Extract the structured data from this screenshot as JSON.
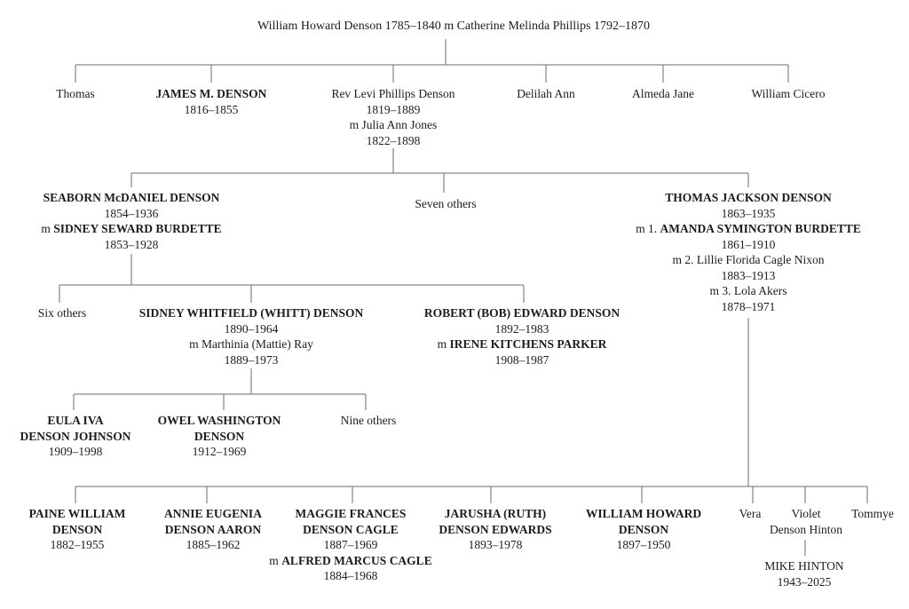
{
  "colors": {
    "background": "#ffffff",
    "text": "#1c1c1c",
    "line": "#6e6e6e"
  },
  "tree": {
    "generation1": {
      "root_couple": "William Howard Denson 1785–1840 m Catherine Melinda Phillips 1792–1870"
    },
    "generation2": {
      "thomas": {
        "name": "Thomas"
      },
      "james": {
        "name": "JAMES M. DENSON",
        "dates": "1816–1855"
      },
      "levi": {
        "name": "Rev Levi Phillips Denson",
        "dates": "1819–1889",
        "marriage": "m Julia Ann Jones",
        "spouse_dates": "1822–1898"
      },
      "delilah": {
        "name": "Delilah Ann"
      },
      "almeda": {
        "name": "Almeda Jane"
      },
      "william_cicero": {
        "name": "William Cicero"
      }
    },
    "generation3": {
      "seaborn": {
        "name": "SEABORN McDANIEL DENSON",
        "dates": "1854–1936",
        "marriage_prefix": "m ",
        "spouse": "SIDNEY SEWARD BURDETTE",
        "spouse_dates": "1853–1928"
      },
      "seven_others": {
        "name": "Seven others"
      },
      "thomas_jackson": {
        "name": "THOMAS JACKSON DENSON",
        "dates": "1863–1935",
        "marriage1_prefix": "m 1. ",
        "spouse1": "AMANDA SYMINGTON BURDETTE",
        "spouse1_dates": "1861–1910",
        "marriage2": "m 2. Lillie Florida Cagle Nixon",
        "spouse2_dates": "1883–1913",
        "marriage3": "m 3. Lola Akers",
        "spouse3_dates": "1878–1971"
      }
    },
    "generation4": {
      "six_others": {
        "name": "Six others"
      },
      "sidney_whitfield": {
        "name": "SIDNEY WHITFIELD (WHITT) DENSON",
        "dates": "1890–1964",
        "marriage": "m Marthinia (Mattie) Ray",
        "spouse_dates": "1889–1973"
      },
      "robert": {
        "name": "ROBERT (BOB) EDWARD DENSON",
        "dates": "1892–1983",
        "marriage_prefix": "m ",
        "spouse": "IRENE KITCHENS PARKER",
        "spouse_dates": "1908–1987"
      }
    },
    "generation5": {
      "eula": {
        "name_line1": "EULA IVA",
        "name_line2": "DENSON JOHNSON",
        "dates": "1909–1998"
      },
      "owel": {
        "name_line1": "OWEL WASHINGTON",
        "name_line2": "DENSON",
        "dates": "1912–1969"
      },
      "nine_others": {
        "name": "Nine others"
      }
    },
    "generation5_thomas_line": {
      "paine": {
        "name_line1": "PAINE WILLIAM",
        "name_line2": "DENSON",
        "dates": "1882–1955"
      },
      "annie": {
        "name_line1": "ANNIE EUGENIA",
        "name_line2": "DENSON AARON",
        "dates": "1885–1962"
      },
      "maggie": {
        "name_line1": "MAGGIE FRANCES",
        "name_line2": "DENSON CAGLE",
        "dates": "1887–1969",
        "marriage_prefix": "m ",
        "spouse": "ALFRED MARCUS CAGLE",
        "spouse_dates": "1884–1968"
      },
      "jarusha": {
        "name_line1": "JARUSHA (RUTH)",
        "name_line2": "DENSON EDWARDS",
        "dates": "1893–1978"
      },
      "william_howard": {
        "name_line1": "WILLIAM HOWARD",
        "name_line2": "DENSON",
        "dates": "1897–1950"
      },
      "vera": {
        "name": "Vera"
      },
      "violet": {
        "name_line1": "Violet",
        "name_line2": "Denson Hinton"
      },
      "tommye": {
        "name": "Tommye"
      }
    },
    "generation6": {
      "mike_hinton": {
        "name": "MIKE HINTON",
        "dates": "1943–2025"
      }
    }
  }
}
